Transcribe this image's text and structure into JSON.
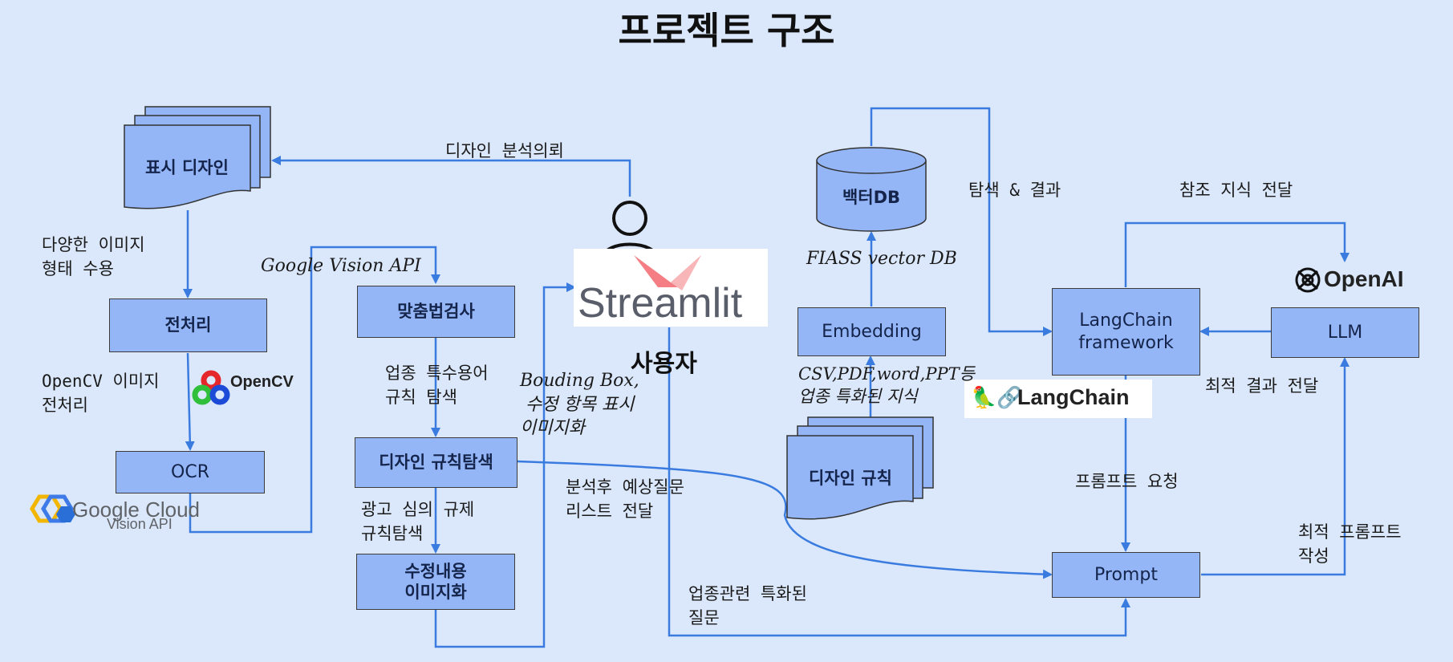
{
  "title": "프로젝트 구조",
  "boxes": {
    "preprocess": "전처리",
    "ocr": "OCR",
    "law_check": "맞춤법검사",
    "design_rule_search": "디자인 규칙탐색",
    "edit_visualize": "수정내용\n이미지화",
    "embedding": "Embedding",
    "langchain": "LangChain\nframework",
    "llm": "LLM",
    "prompt": "Prompt"
  },
  "documents": {
    "display_design": "표시 디자인",
    "design_rules": "디자인 규칙"
  },
  "database": {
    "vector_db": "백터DB"
  },
  "user": {
    "label": "사용자"
  },
  "annotations": {
    "design_analysis_request": "디자인 분석의뢰",
    "various_image_forms": "다양한 이미지\n형태 수용",
    "google_vision_api": "Google Vision API",
    "opencv_preprocess": "OpenCV 이미지\n전처리",
    "industry_terms": "업종 특수용어\n규칙 탐색",
    "bounding_box": "Bouding Box,\n 수정 항목 표시\n이미지화",
    "ad_regulation": "광고 심의 규제\n규칙탐색",
    "analysis_question_list": "분석후 예상질문\n리스트 전달",
    "industry_question": "업종관련 특화된\n질문",
    "fiass_vector_db": "FIASS vector DB",
    "csv_pdf": "CSV,PDF,word,PPT등\n업종 특화된 지식",
    "search_result": "탐색 & 결과",
    "reference_knowledge": "참조 지식 전달",
    "optimal_result": "최적 결과 전달",
    "prompt_request": "프롬프트 요청",
    "optimal_prompt": "최적 프롬프트\n작성"
  },
  "logos": {
    "opencv": "OpenCV",
    "google_cloud": "Google Cloud",
    "vision_api": "Vision API",
    "streamlit": "Streamlit",
    "openai": "OpenAI",
    "langchain": "LangChain"
  },
  "colors": {
    "background": "#dbe8fb",
    "box_fill": "#94b6f7",
    "arrow": "#3a7be0"
  }
}
